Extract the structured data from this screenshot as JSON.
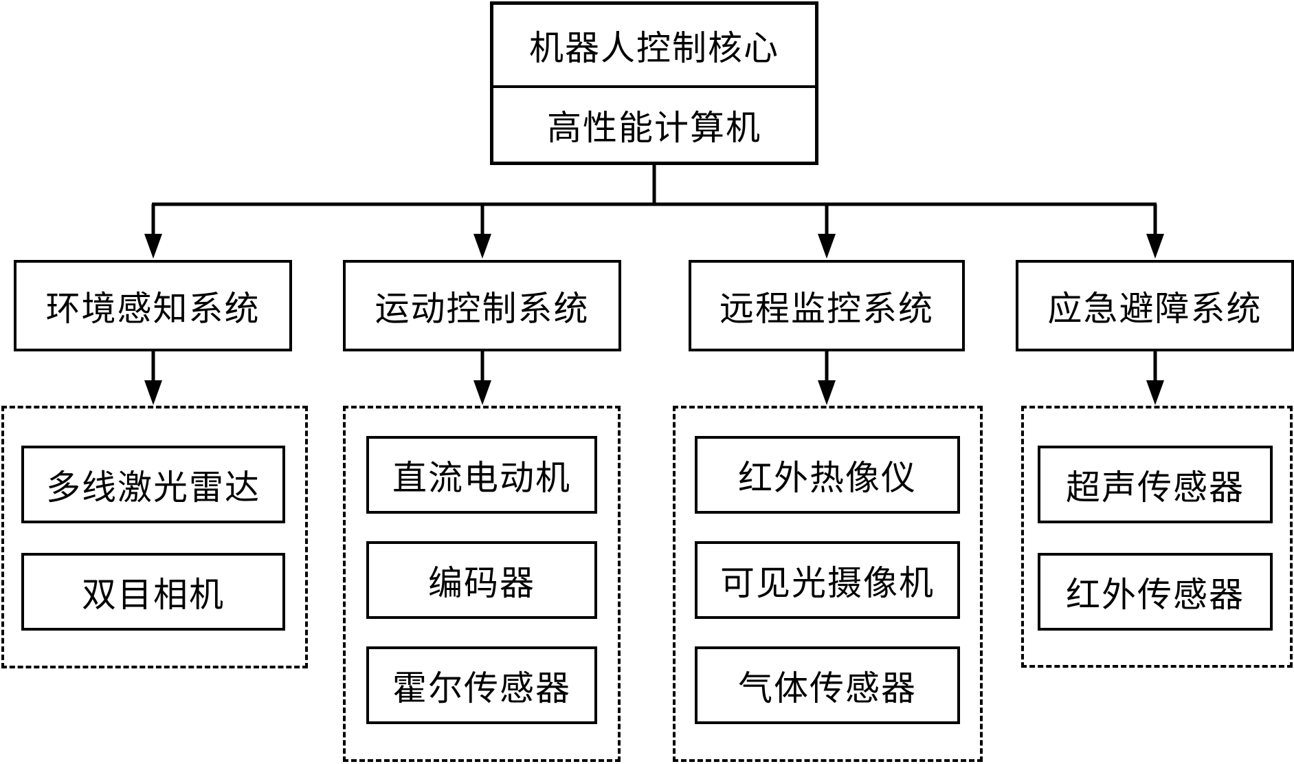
{
  "core": {
    "title": "机器人控制核心",
    "subtitle": "高性能计算机"
  },
  "systems": [
    {
      "name": "环境感知系统",
      "components": [
        "多线激光雷达",
        "双目相机"
      ]
    },
    {
      "name": "运动控制系统",
      "components": [
        "直流电动机",
        "编码器",
        "霍尔传感器"
      ]
    },
    {
      "name": "远程监控系统",
      "components": [
        "红外热像仪",
        "可见光摄像机",
        "气体传感器"
      ]
    },
    {
      "name": "应急避障系统",
      "components": [
        "超声传感器",
        "红外传感器"
      ]
    }
  ]
}
